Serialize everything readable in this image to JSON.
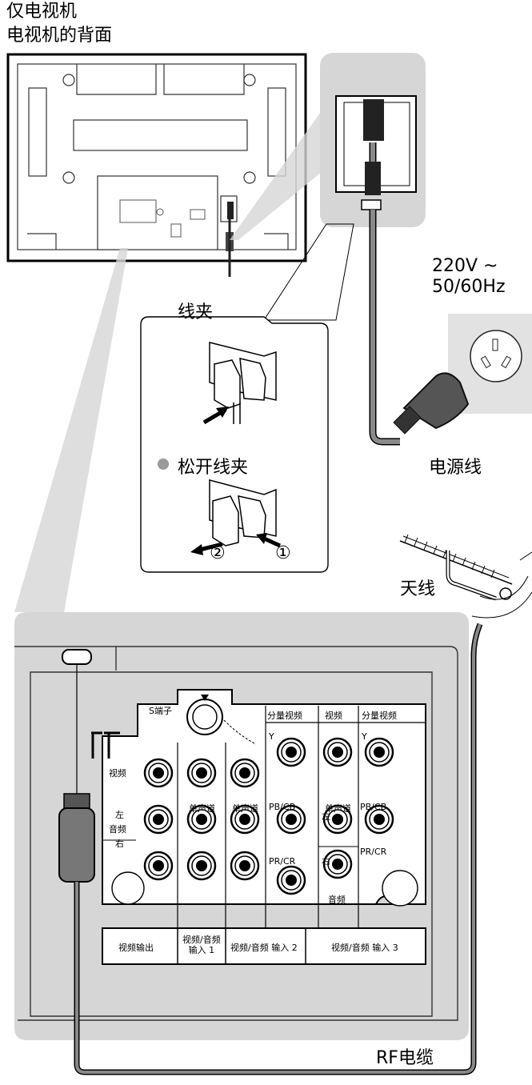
{
  "heading": {
    "line1": "仅电视机",
    "line2": "电视机的背面"
  },
  "labels": {
    "clamp": "线夹",
    "release_clamp": "松开线夹",
    "step_1": "①",
    "step_2": "②",
    "voltage": "220V ~",
    "frequency": "50/60Hz",
    "power_cord": "电源线",
    "antenna": "天线",
    "rf_cable": "RF电缆"
  },
  "panel": {
    "s_terminal": "S端子",
    "component_video_1": "分量视频",
    "video_header": "视频",
    "component_video_2": "分量视频",
    "video_row": "视频",
    "left": "左",
    "audio": "音频",
    "right": "右",
    "mono_1": "单声道",
    "mono_2": "单声道",
    "mono_3": "单声道",
    "y1": "Y",
    "pb1": "PB/CB",
    "pr1": "PR/CR",
    "y2": "Y",
    "pb2": "PB/CB",
    "pr2": "PR/CR",
    "left_small": "左",
    "right_small": "右",
    "audio_small": "音频",
    "out_label": "视频输出",
    "in1_label": "视频/音频\n输入 1",
    "in2_label": "视频/音频 输入 2",
    "in3_label": "视频/音频 输入 3"
  },
  "colors": {
    "panel_gray": "#d6d6d6",
    "cable_gray": "#8a8a8a",
    "dot_gray": "#9a9a9a"
  }
}
